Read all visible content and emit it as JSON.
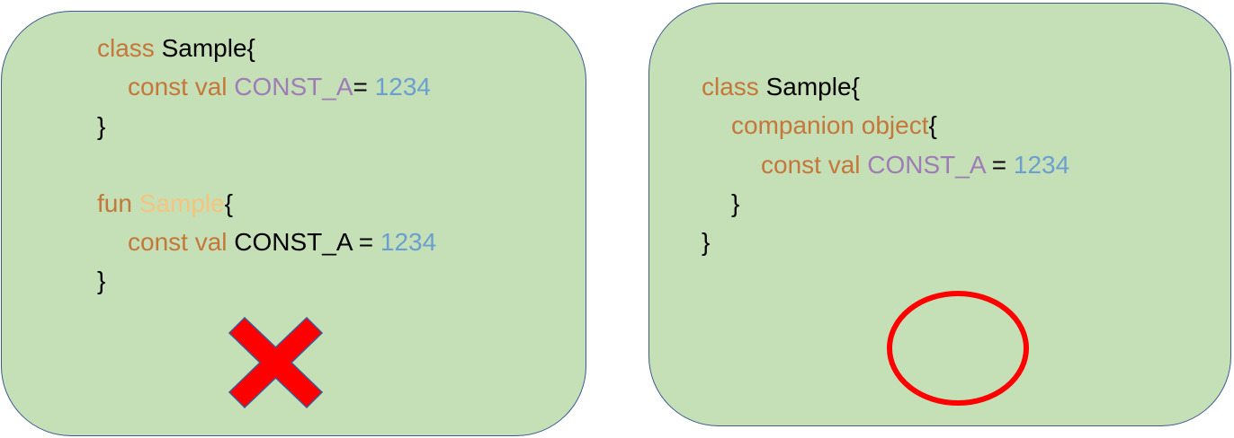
{
  "left_panel": {
    "lines": [
      {
        "kw": "class",
        "name": "Sample",
        "rest": "{"
      },
      {
        "kw": "const val",
        "name": "CONST_A",
        "op": "=",
        "num": "1234"
      },
      {
        "text": "}"
      },
      {
        "kw": "fun",
        "name": "Sample",
        "rest": "{"
      },
      {
        "kw": "const val",
        "name": "CONST_A",
        "op": "=",
        "num": "1234"
      },
      {
        "text": "}"
      }
    ],
    "mark": "cross-icon"
  },
  "right_panel": {
    "lines": [
      {
        "kw": "class",
        "name": "Sample",
        "rest": "{"
      },
      {
        "kw": "companion object",
        "rest": "{"
      },
      {
        "kw": "const val",
        "name": "CONST_A",
        "op": "=",
        "num": "1234"
      },
      {
        "text": "}"
      },
      {
        "text": "}"
      }
    ],
    "mark": "circle-icon"
  },
  "colors": {
    "panel_fill": "#c5dfb6",
    "panel_border": "#3d5a93",
    "keyword": "#c5773a",
    "constant": "#9f7cb7",
    "number": "#6a9fcf",
    "fun_name": "#f3c57e",
    "cross_fill": "#ff0000",
    "cross_border": "#3d5a93",
    "circle_stroke": "#ff0000"
  }
}
